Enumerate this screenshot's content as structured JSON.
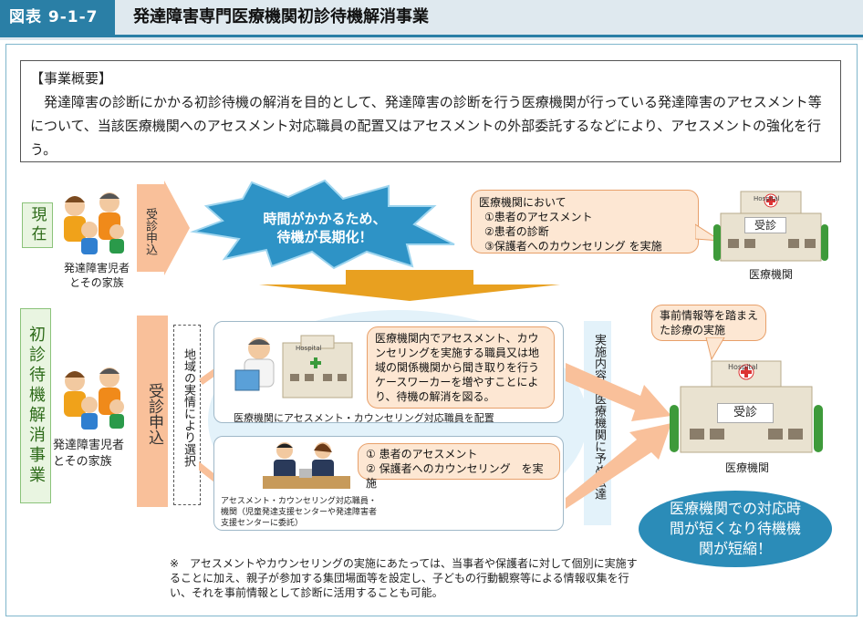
{
  "header": {
    "tag": "図表 9-1-7",
    "title": "発達障害専門医療機関初診待機解消事業"
  },
  "summary": {
    "heading": "【事業概要】",
    "body": "発達障害の診断にかかる初診待機の解消を目的として、発達障害の診断を行う医療機関が行っている発達障害のアセスメント等について、当該医療機関へのアセスメント対応職員の配置又はアセスメントの外部委託するなどにより、アセスメントの強化を行う。"
  },
  "current": {
    "label": "現在",
    "people_caption": "発達障害児者\nとその家族",
    "arrow_label": "受診申込",
    "burst_text": "時間がかかるため、\n待機が長期化！",
    "callout_title": "医療機関において",
    "callout_items": [
      "①患者のアセスメント",
      "②患者の診断",
      "③保護者へのカウンセリング を実施"
    ],
    "hospital_sign": "Hospital",
    "hospital_counter": "受診",
    "hospital_caption": "医療機関"
  },
  "proposed": {
    "label": "初診待機解消事業",
    "people_caption": "発達障害児者\nとその家族",
    "arrow_label": "受診申込",
    "select_label": "地域の実情により選択",
    "top_callout": "医療機関内でアセスメント、カウンセリングを実施する職員又は地域の関係機関から聞き取りを行うケースワーカーを増やすことにより、待機の解消を図る。",
    "top_caption": "医療機関にアセスメント・カウンセリング対応職員を配置",
    "bottom_callout_items": [
      "① 患者のアセスメント",
      "② 保護者へのカウンセリング　を実施"
    ],
    "bottom_caption": "アセスメント・カウンセリング対応職員・\n機関（児童発達支援センターや発達障害者\n支援センターに委託）",
    "prior_info_label": "実施内容を医療機関に予め伝達",
    "hospital_callout": "事前情報等を踏まえた診療の実施",
    "hospital_sign": "Hospital",
    "hospital_counter": "受診",
    "hospital_caption": "医療機関",
    "result_oval": "医療機関での対応時間が短くなり待機機関が短縮！"
  },
  "footnote": "※　アセスメントやカウンセリングの実施にあたっては、当事者や保護者に対して個別に実施することに加え、親子が参加する集団場面等を設定し、子どもの行動観察等による情報収集を行い、それを事前情報として診断に活用することも可能。",
  "colors": {
    "header_blue": "#2a7fa6",
    "arrow_orange": "#f9c09a",
    "green_label": "#e9f5e1",
    "burst_blue": "#2e93c6",
    "oval_blue": "#2b8cb8"
  }
}
